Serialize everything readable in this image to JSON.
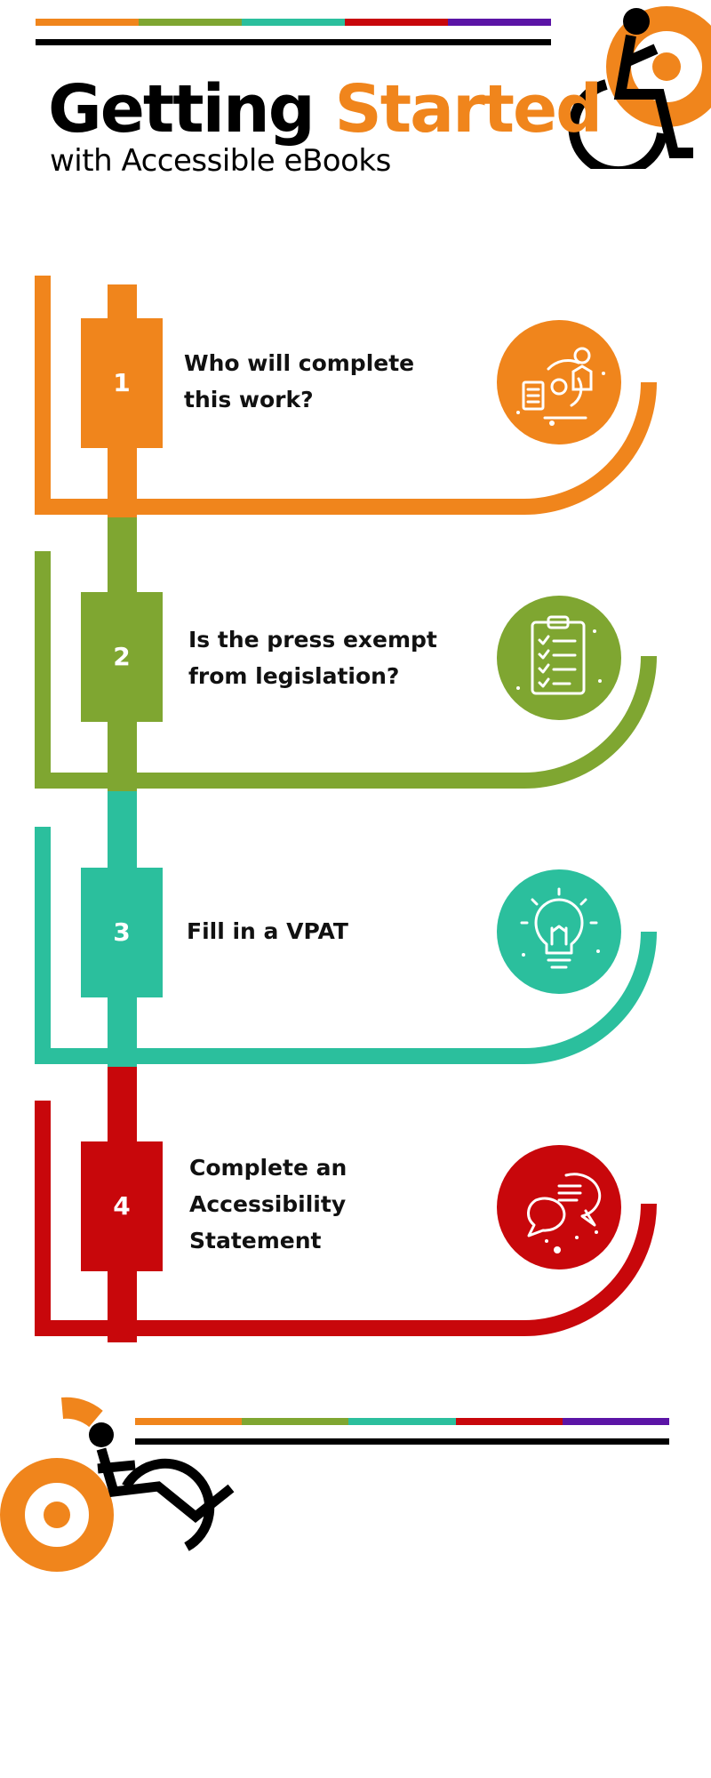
{
  "title": {
    "word1": "Getting",
    "word2": "Started",
    "subtitle": "with Accessible eBooks"
  },
  "colors": {
    "orange": "#f0851c",
    "green": "#7fa631",
    "teal": "#2bbf9d",
    "red": "#c8070b",
    "purple": "#5b14a6",
    "black": "#000000"
  },
  "steps": [
    {
      "number": "1",
      "text": "Who will complete\nthis work?",
      "color": "#f0851c",
      "icon": "person-workflow-icon"
    },
    {
      "number": "2",
      "text": "Is the press exempt\nfrom legislation?",
      "color": "#7fa631",
      "icon": "clipboard-checklist-icon"
    },
    {
      "number": "3",
      "text": "Fill in a VPAT",
      "color": "#2bbf9d",
      "icon": "lightbulb-icon"
    },
    {
      "number": "4",
      "text": "Complete an\nAccessibility\nStatement",
      "color": "#c8070b",
      "icon": "speech-bubbles-icon"
    }
  ],
  "logo_icon": "wheelchair-accessibility-icon"
}
